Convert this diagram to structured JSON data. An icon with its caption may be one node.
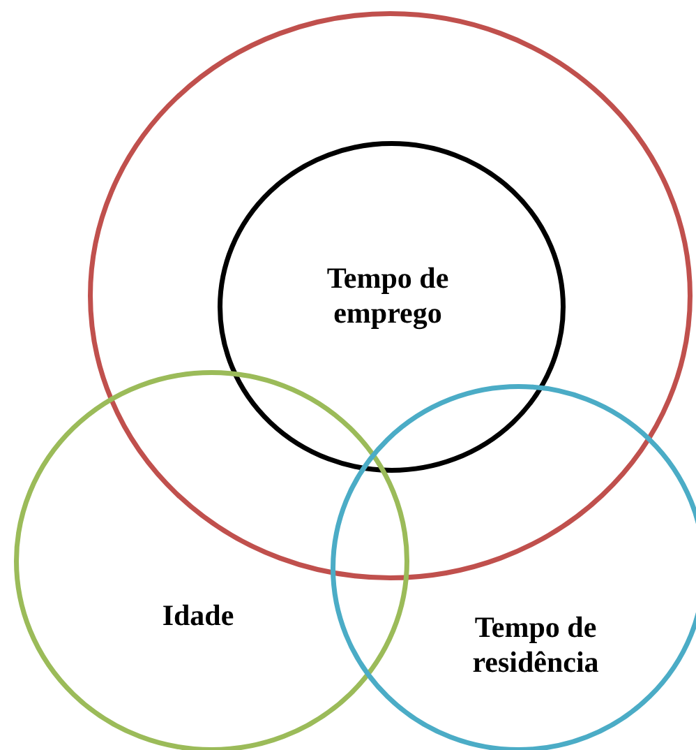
{
  "diagram": {
    "nodes": [
      {
        "text": [],
        "shape": "circle"
      },
      {
        "text": [
          "Tempo de emprego"
        ],
        "in": 0
      },
      {
        "text": [
          "Idade"
        ]
      },
      {
        "text": [
          "Tempo de residência"
        ]
      }
    ]
  }
}
